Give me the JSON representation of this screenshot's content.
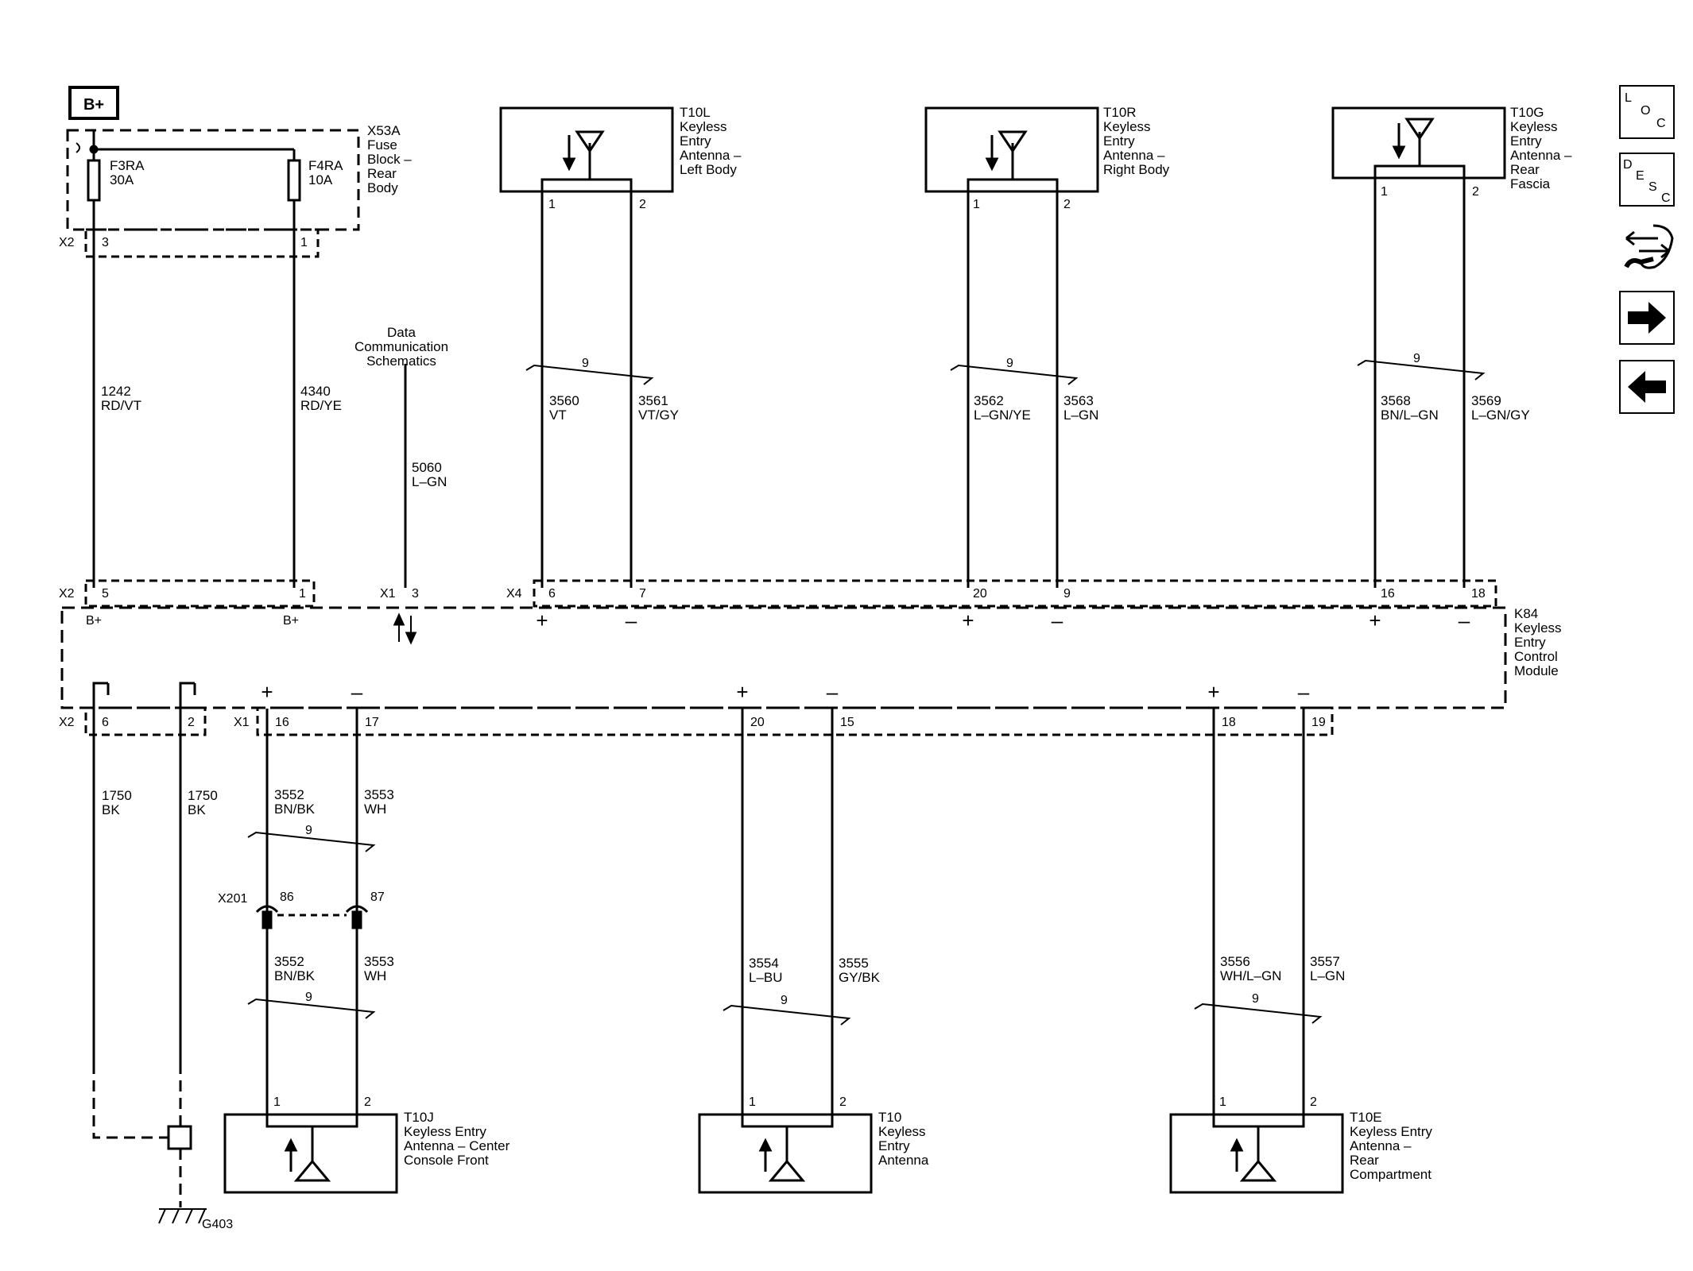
{
  "power_label": "B+",
  "fuse_block": {
    "name": [
      "X53A",
      "Fuse",
      "Block –",
      "Rear",
      "Body"
    ],
    "fuse1": [
      "F3RA",
      "30A"
    ],
    "fuse2": [
      "F4RA",
      "10A"
    ],
    "connector": "X2",
    "pin_a": "3",
    "pin_b": "1"
  },
  "power_wires": {
    "w1": [
      "1242",
      "RD/VT"
    ],
    "w2": [
      "4340",
      "RD/YE"
    ]
  },
  "data_comm": {
    "label": [
      "Data",
      "Communication",
      "Schematics"
    ],
    "wire": [
      "5060",
      "L–GN"
    ]
  },
  "top_antennas": [
    {
      "name": [
        "T10L",
        "Keyless",
        "Entry",
        "Antenna –",
        "Left Body"
      ],
      "pin1": "1",
      "pin2": "2",
      "w1": [
        "3560",
        "VT"
      ],
      "w2": [
        "3561",
        "VT/GY"
      ],
      "twist": "9",
      "mod_pin1": "6",
      "mod_pin2": "7"
    },
    {
      "name": [
        "T10R",
        "Keyless",
        "Entry",
        "Antenna –",
        "Right Body"
      ],
      "pin1": "1",
      "pin2": "2",
      "w1": [
        "3562",
        "L–GN/YE"
      ],
      "w2": [
        "3563",
        "L–GN"
      ],
      "twist": "9",
      "mod_pin1": "20",
      "mod_pin2": "9"
    },
    {
      "name": [
        "T10G",
        "Keyless",
        "Entry",
        "Antenna –",
        "Rear",
        "Fascia"
      ],
      "pin1": "1",
      "pin2": "2",
      "w1": [
        "3568",
        "BN/L–GN"
      ],
      "w2": [
        "3569",
        "L–GN/GY"
      ],
      "twist": "9",
      "mod_pin1": "16",
      "mod_pin2": "18"
    }
  ],
  "module": {
    "name": [
      "K84",
      "Keyless",
      "Entry",
      "Control",
      "Module"
    ],
    "top_conn_x2": "X2",
    "top_pin_a": "5",
    "top_pin_b": "1",
    "bplus": "B+",
    "top_conn_x1": "X1",
    "data_pin": "3",
    "top_conn_x4": "X4",
    "bot_conn_x2": "X2",
    "gnd_pin_a": "6",
    "gnd_pin_b": "2",
    "bot_conn_x1": "X1",
    "bot_pins": [
      "16",
      "17",
      "20",
      "15",
      "18",
      "19"
    ]
  },
  "ground_wires": {
    "w1": [
      "1750",
      "BK"
    ],
    "w2": [
      "1750",
      "BK"
    ],
    "ground": "G403"
  },
  "inline_connector": {
    "name": "X201",
    "pin_a": "86",
    "pin_b": "87"
  },
  "bottom_antennas": [
    {
      "name": [
        "T10J",
        "Keyless Entry",
        "Antenna – Center",
        "Console Front"
      ],
      "pin1": "1",
      "pin2": "2",
      "upper_w1": [
        "3552",
        "BN/BK"
      ],
      "upper_w2": [
        "3553",
        "WH"
      ],
      "w1": [
        "3552",
        "BN/BK"
      ],
      "w2": [
        "3553",
        "WH"
      ],
      "twist": "9"
    },
    {
      "name": [
        "T10",
        "Keyless",
        "Entry",
        "Antenna"
      ],
      "pin1": "1",
      "pin2": "2",
      "w1": [
        "3554",
        "L–BU"
      ],
      "w2": [
        "3555",
        "GY/BK"
      ],
      "twist": "9"
    },
    {
      "name": [
        "T10E",
        "Keyless Entry",
        "Antenna –",
        "Rear",
        "Compartment"
      ],
      "pin1": "1",
      "pin2": "2",
      "w1": [
        "3556",
        "WH/L–GN"
      ],
      "w2": [
        "3557",
        "L–GN"
      ],
      "twist": "9"
    }
  ],
  "plus": "+",
  "minus": "–",
  "nav": {
    "loc": [
      "L",
      "O",
      "C"
    ],
    "desc": [
      "D",
      "E",
      "S",
      "C"
    ]
  }
}
